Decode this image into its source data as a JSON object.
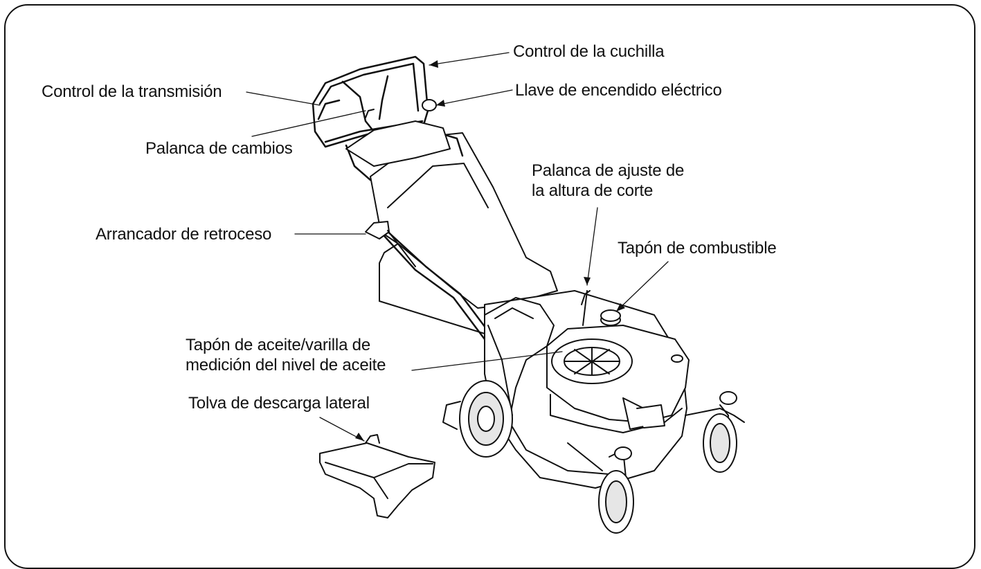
{
  "diagram": {
    "colors": {
      "ink": "#111111",
      "paper": "#ffffff",
      "shade": "#e6e6e6"
    },
    "labels": {
      "blade_control": "Control de la cuchilla",
      "drive_control": "Control de la transmisión",
      "ignition_key": "Llave de encendido eléctrico",
      "shift_lever": "Palanca de cambios",
      "height_lever_line1": "Palanca de ajuste de",
      "height_lever_line2": "la altura de corte",
      "recoil_starter": "Arrancador de retroceso",
      "fuel_cap": "Tapón de combustible",
      "oil_cap_line1": "Tapón de aceite/varilla de",
      "oil_cap_line2": "medición del nivel de aceite",
      "side_discharge": "Tolva de descarga lateral"
    }
  }
}
